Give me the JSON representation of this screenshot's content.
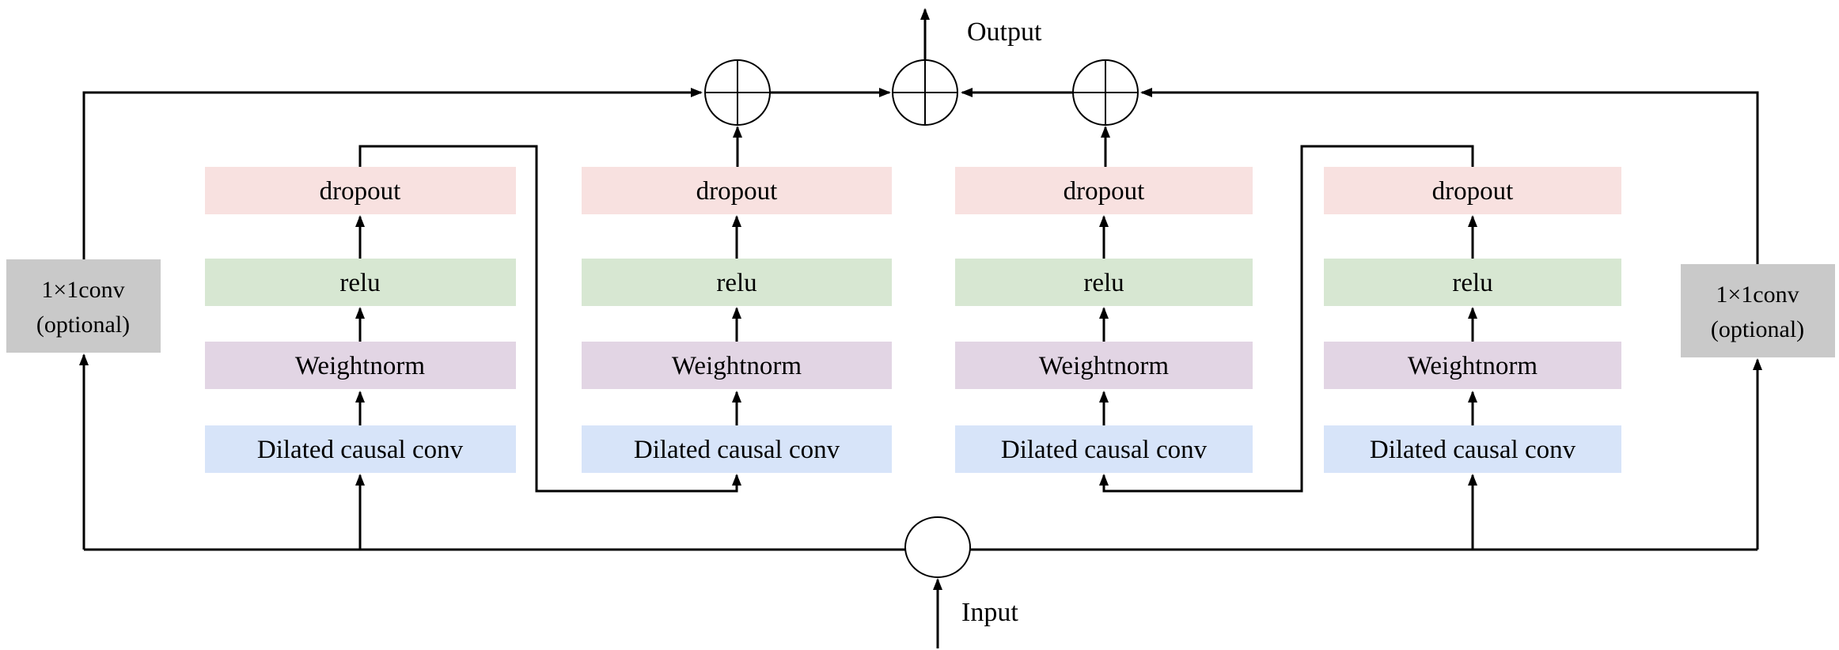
{
  "colors": {
    "background": "#ffffff",
    "line": "#000000",
    "dropout_fill": "#f8e1e0",
    "relu_fill": "#d7e7d2",
    "weightnorm_fill": "#e2d5e4",
    "dilated_conv_fill": "#d7e4f9",
    "residual_conv_fill": "#c9c9c9"
  },
  "diagram": {
    "output_label": "Output",
    "input_label": "Input",
    "left_residual": {
      "line1": "1×1conv",
      "line2": "(optional)"
    },
    "right_residual": {
      "line1": "1×1conv",
      "line2": "(optional)"
    },
    "columns": [
      {
        "blocks": [
          "Dilated causal  conv",
          "Weightnorm",
          "relu",
          "dropout"
        ]
      },
      {
        "blocks": [
          "Dilated causal  conv",
          "Weightnorm",
          "relu",
          "dropout"
        ]
      },
      {
        "blocks": [
          "Dilated causal  conv",
          "Weightnorm",
          "relu",
          "dropout"
        ]
      },
      {
        "blocks": [
          "Dilated causal  conv",
          "Weightnorm",
          "relu",
          "dropout"
        ]
      }
    ]
  }
}
